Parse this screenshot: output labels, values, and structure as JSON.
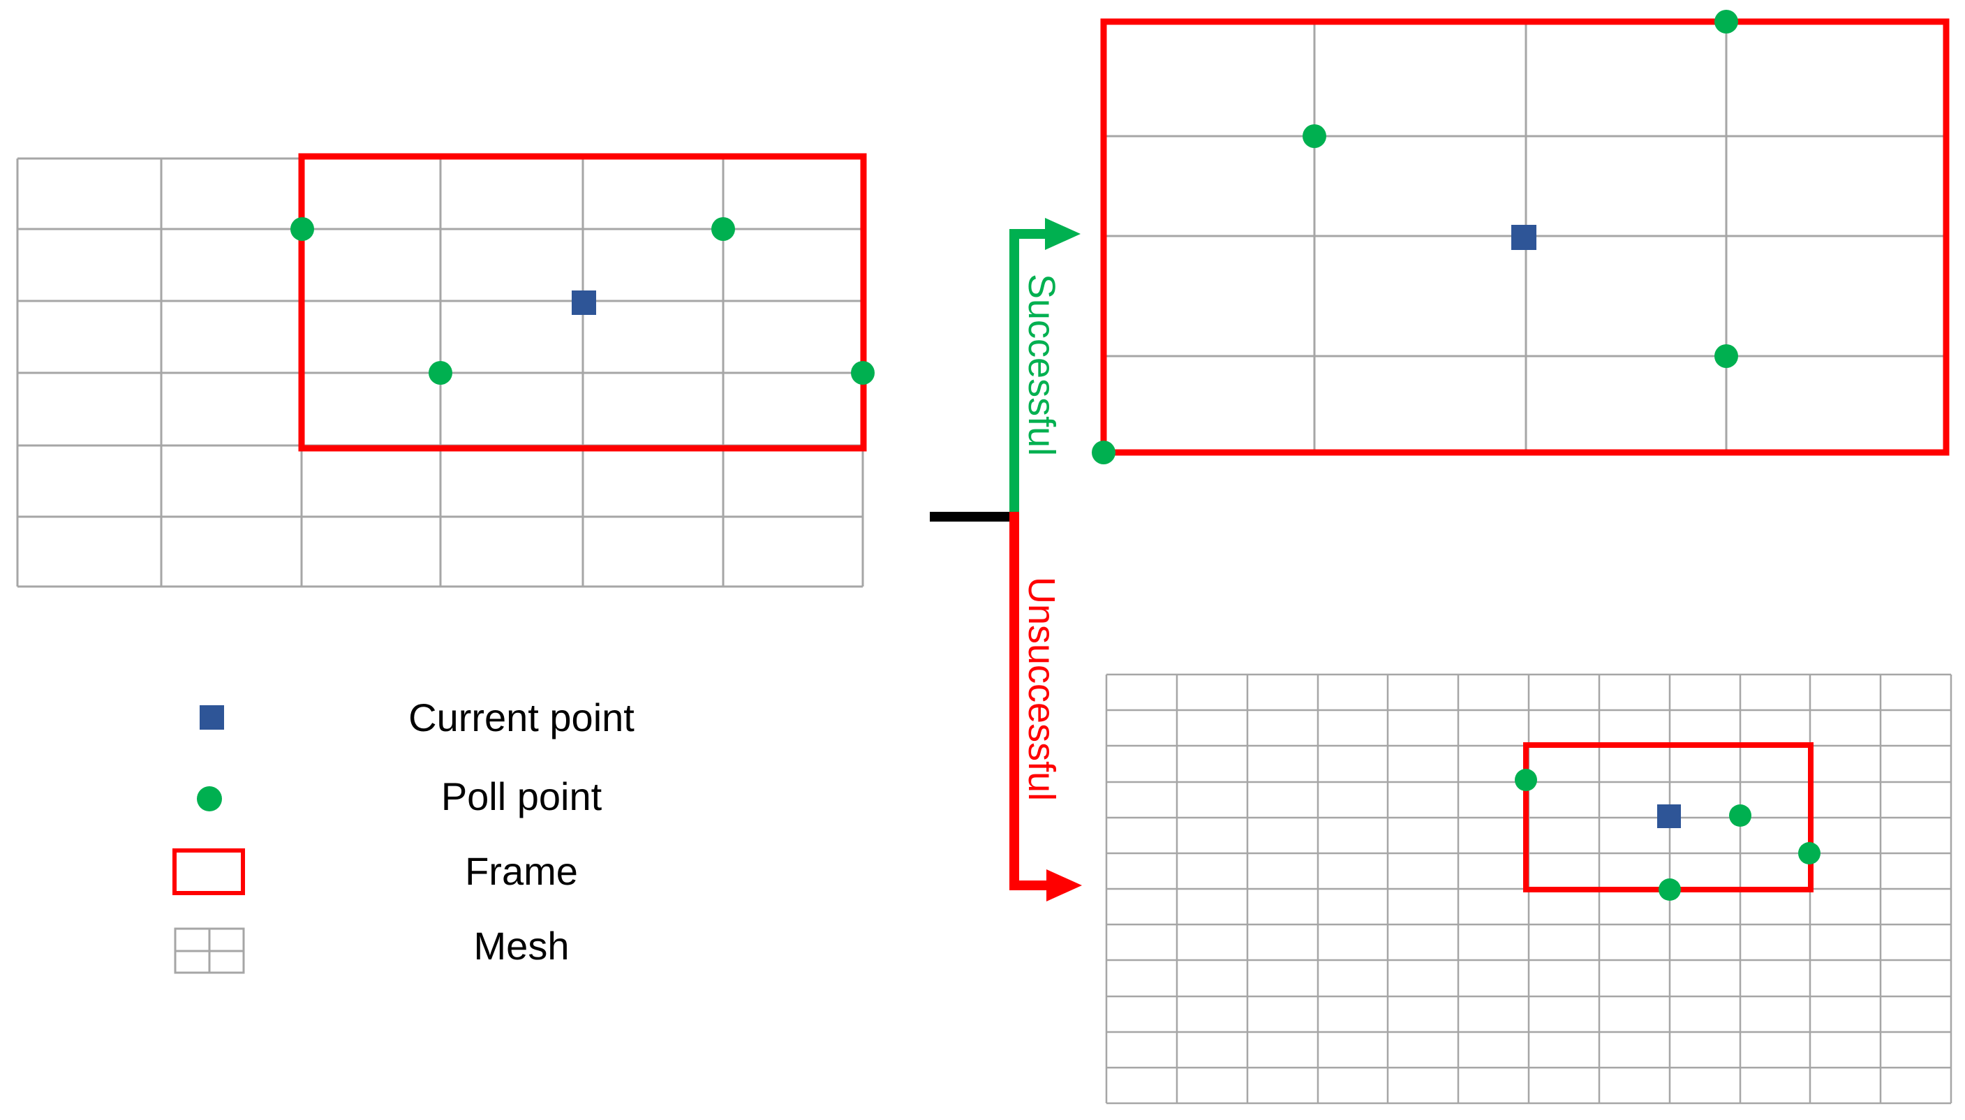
{
  "legend": {
    "current_point": "Current point",
    "poll_point": "Poll point",
    "frame": "Frame",
    "mesh": "Mesh"
  },
  "branches": {
    "success": "Successful",
    "failure": "Unsuccessful"
  },
  "colors": {
    "current_point": "#2E5597",
    "poll_point": "#00B050",
    "frame": "#FF0000",
    "mesh": "#A6A6A6",
    "success_arrow": "#00B050",
    "failure_arrow": "#FF0000",
    "stem": "#000000"
  },
  "panels": [
    {
      "role": "initial",
      "mesh_columns": 6,
      "mesh_rows": 6,
      "poll_points": 4
    },
    {
      "role": "after-successful-poll",
      "mesh_columns": 4,
      "mesh_rows": 4,
      "poll_points": 4
    },
    {
      "role": "after-unsuccessful-poll",
      "mesh_columns": 12,
      "mesh_rows": 12,
      "poll_points": 4
    }
  ]
}
